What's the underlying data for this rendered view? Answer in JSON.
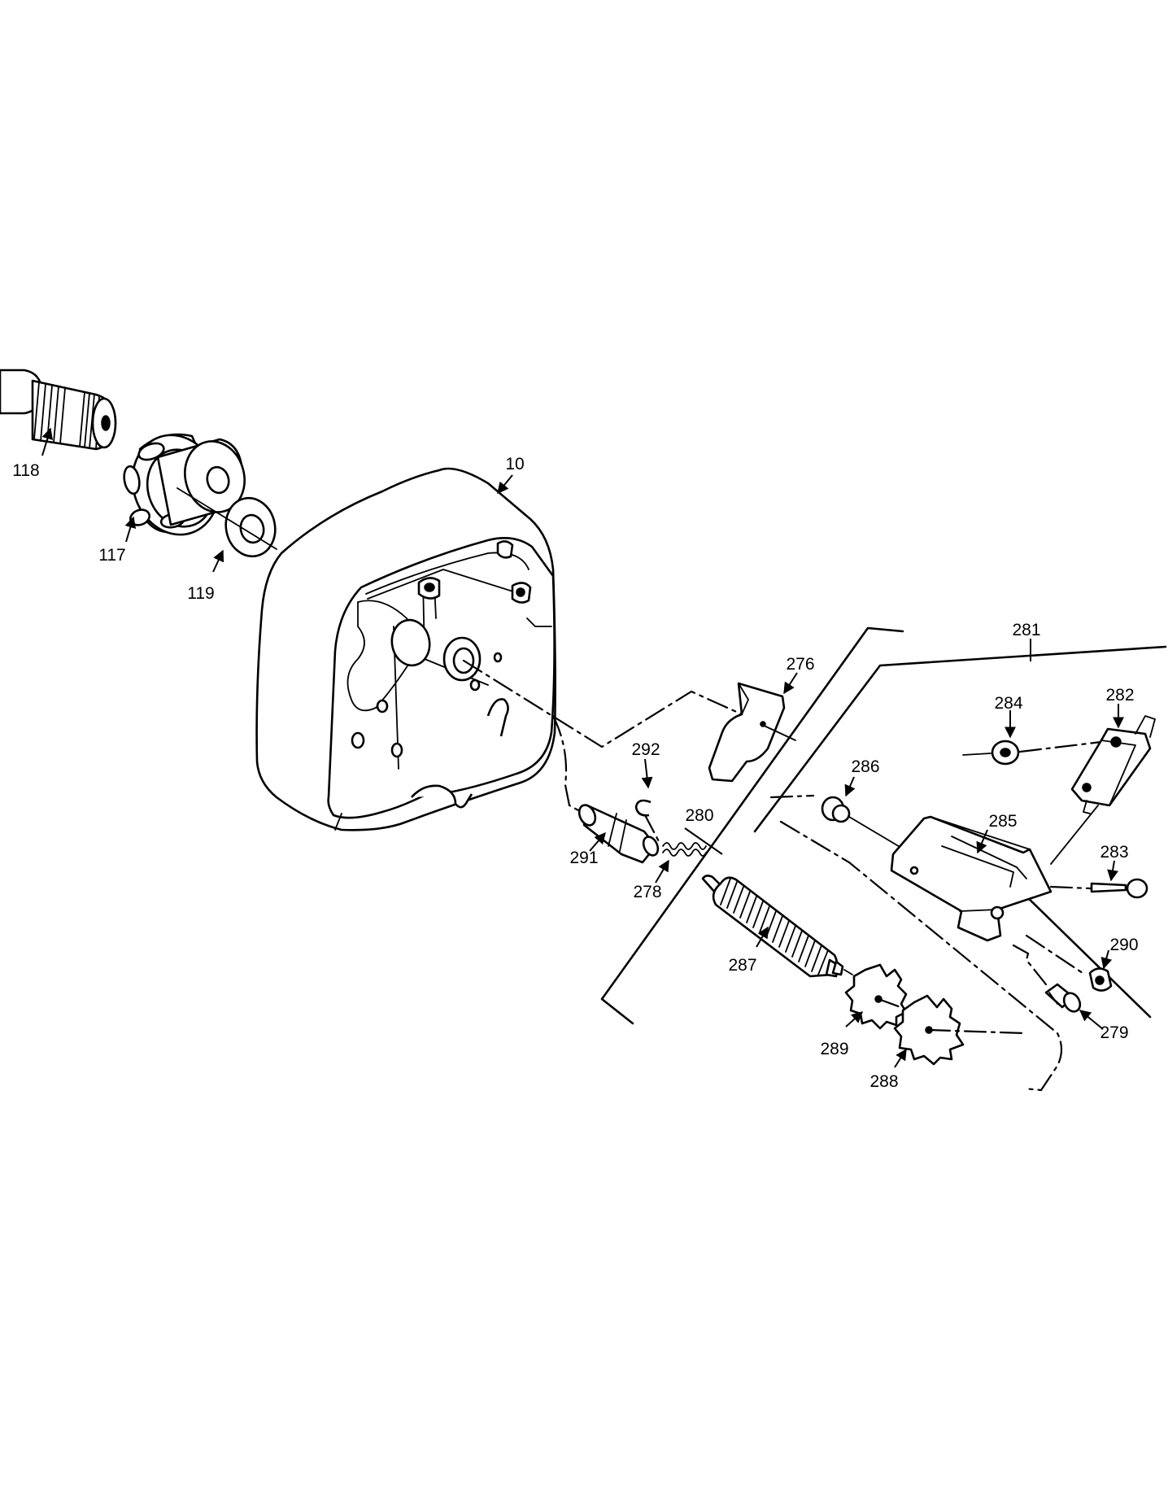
{
  "labels": {
    "p118": "118",
    "p117": "117",
    "p119": "119",
    "p10": "10",
    "p276": "276",
    "p292": "292",
    "p291": "291",
    "p278": "278",
    "p280": "280",
    "p281": "281",
    "p284": "284",
    "p282": "282",
    "p286": "286",
    "p285": "285",
    "p283": "283",
    "p287": "287",
    "p290": "290",
    "p289": "289",
    "p279": "279",
    "p288": "288"
  }
}
